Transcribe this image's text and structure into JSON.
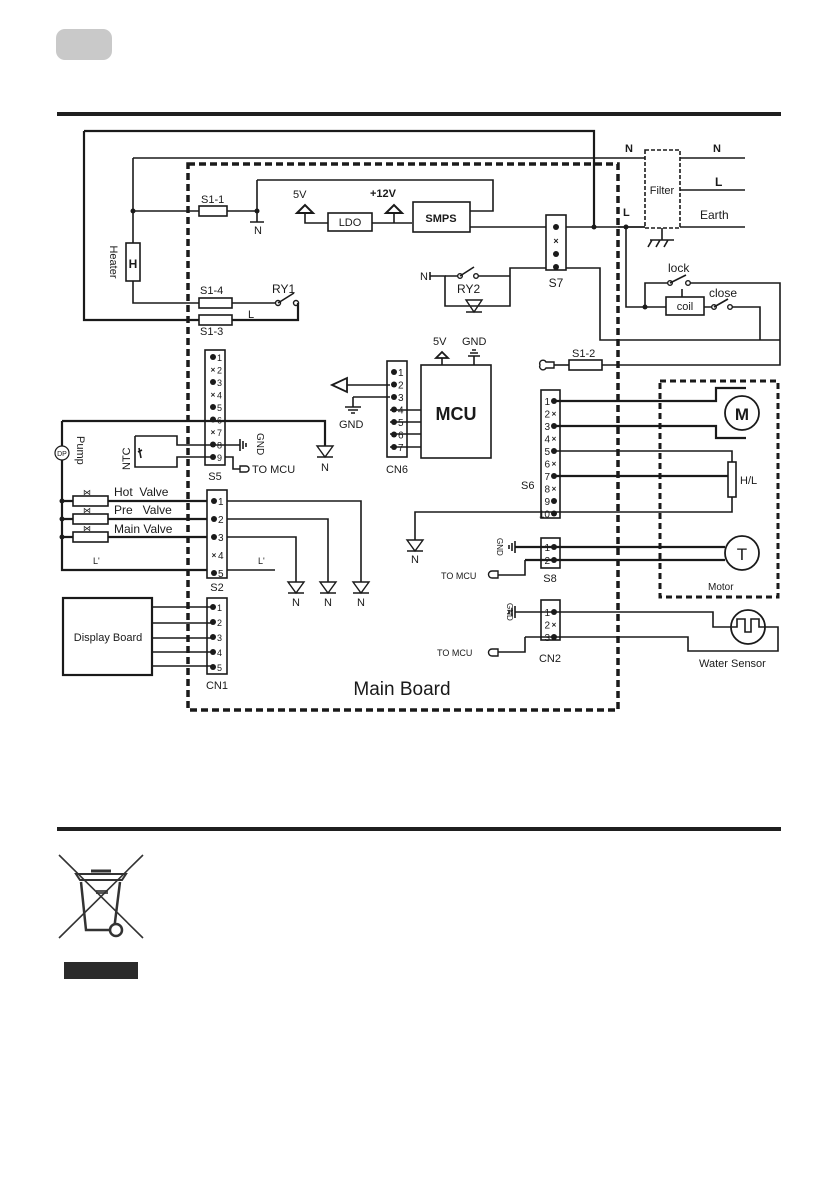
{
  "page": {
    "section_badge": "",
    "diagram_title": "Main Board"
  },
  "power": {
    "n_in": "N",
    "n_out": "N",
    "l_out": "L",
    "l_in": "L",
    "earth": "Earth",
    "filter": "Filter",
    "lock": "lock",
    "close": "close",
    "coil": "coil"
  },
  "supply": {
    "v5": "5V",
    "v12": "+12V",
    "ldo": "LDO",
    "smps": "SMPS",
    "n": "N"
  },
  "heater": {
    "label": "Heater",
    "symbol": "H",
    "s1_1": "S1-1",
    "s1_4": "S1-4",
    "s1_3": "S1-3",
    "s1_2": "S1-2",
    "ry1": "RY1",
    "l": "L"
  },
  "ry2": {
    "label": "RY2",
    "n": "N"
  },
  "s7": {
    "label": "S7"
  },
  "mcu": {
    "label": "MCU",
    "v5": "5V",
    "gnd": "GND",
    "cn6": "CN6",
    "cn6_gnd": "GND",
    "cn6_pins": [
      "1",
      "2",
      "3",
      "4",
      "5",
      "6",
      "7"
    ]
  },
  "s5": {
    "label": "S5",
    "pins": [
      "1",
      "2",
      "3",
      "4",
      "5",
      "6",
      "7",
      "8",
      "9"
    ],
    "pump": "Pump",
    "dp": "DP",
    "ntc": "NTC",
    "gnd": "GND",
    "to_mcu": "TO MCU",
    "n": "N"
  },
  "s2": {
    "label": "S2",
    "pins": [
      "1",
      "2",
      "3",
      "4",
      "5"
    ],
    "hot_valve": "Hot  Valve",
    "pre_valve": "Pre   Valve",
    "main_valve": "Main Valve",
    "l_left": "L'",
    "l_right": "L'",
    "n": "N"
  },
  "cn1": {
    "label": "CN1",
    "pins": [
      "1",
      "2",
      "3",
      "4",
      "5"
    ],
    "display_board": "Display Board"
  },
  "s6": {
    "label": "S6",
    "pins": [
      "1",
      "2",
      "3",
      "4",
      "5",
      "6",
      "7",
      "8",
      "9",
      "10"
    ],
    "n": "N"
  },
  "motor": {
    "label": "Motor",
    "m": "M",
    "hl": "H/L",
    "t": "T"
  },
  "s8": {
    "label": "S8",
    "pins": [
      "1",
      "2"
    ],
    "gnd": "GND",
    "to_mcu": "TO MCU"
  },
  "cn2": {
    "label": "CN2",
    "pins": [
      "1",
      "2",
      "3"
    ],
    "gnd": "GND",
    "to_mcu": "TO MCU",
    "water_sensor": "Water Sensor"
  }
}
